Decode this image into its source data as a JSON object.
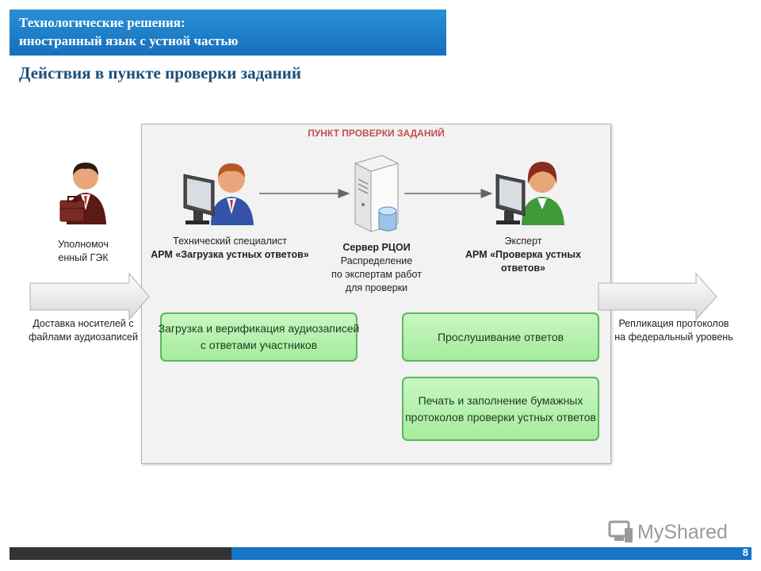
{
  "header": {
    "title_line1": "Технологические решения:",
    "title_line2": "иностранный язык с устной частью",
    "subtitle": "Действия в пункте проверки заданий"
  },
  "diagram": {
    "panel_title": "ПУНКТ ПРОВЕРКИ ЗАДАНИЙ",
    "actors": {
      "gek": {
        "line1": "Уполномоч",
        "line2": "енный ГЭК"
      },
      "tech": {
        "line1": "Технический специалист",
        "line2": "АРМ «Загрузка устных ответов»"
      },
      "server": {
        "line1": "Сервер РЦОИ",
        "line2": "Распределение",
        "line3": "по экспертам работ",
        "line4": "для проверки"
      },
      "expert": {
        "line1": "Эксперт",
        "line2": "АРМ «Проверка устных",
        "line3": "ответов»"
      }
    },
    "input_label": {
      "line1": "Доставка носителей с",
      "line2": "файлами аудиозаписей"
    },
    "output_label": {
      "line1": "Репликация протоколов",
      "line2": "на федеральный уровень"
    },
    "tasks": {
      "upload": {
        "line1": "Загрузка и верификация аудиозаписей",
        "line2": "с ответами участников"
      },
      "listen": {
        "line1": "Прослушивание ответов"
      },
      "print": {
        "line1": "Печать и заполнение бумажных",
        "line2": "протоколов проверки устных ответов"
      }
    }
  },
  "footer": {
    "page_number": "8",
    "watermark": "MyShared"
  },
  "colors": {
    "title_bar": "#1b7acb",
    "panel_title": "#c0504d",
    "task_fill": "#b4f0ab",
    "task_border": "#5cb85c",
    "footer_blue": "#1874c4"
  }
}
